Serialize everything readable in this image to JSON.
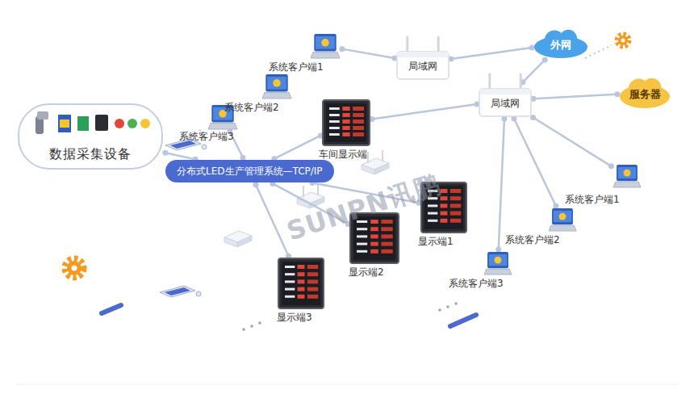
{
  "diagram": {
    "nodes": [
      {
        "text": [
          "系统客户端1"
        ]
      },
      {
        "text": [
          "系统客户端2"
        ]
      },
      {
        "text": [
          "系统客户端3"
        ]
      },
      {
        "text": [
          "数据采集设备"
        ]
      },
      {
        "text": [
          "分布式LED生产管理系统—TCP/IP"
        ]
      },
      {
        "text": [
          "局域网"
        ]
      },
      {
        "text": [
          "外网"
        ]
      },
      {
        "text": [
          "局域网"
        ]
      },
      {
        "text": [
          "服务器"
        ]
      },
      {
        "text": [
          "车间显示端"
        ]
      },
      {
        "text": [
          "显示端1"
        ]
      },
      {
        "text": [
          "显示端2"
        ]
      },
      {
        "text": [
          "显示端3"
        ]
      },
      {
        "text": [
          "系统客户端1"
        ]
      },
      {
        "text": [
          "系统客户端2"
        ]
      },
      {
        "text": [
          "系统客户端3"
        ]
      }
    ],
    "edges": [
      {
        "from": 5,
        "to": 0,
        "arrow": "none"
      },
      {
        "from": 5,
        "to": 6,
        "arrow": "none"
      },
      {
        "from": 6,
        "to": 7,
        "arrow": "none"
      },
      {
        "from": 7,
        "to": 8,
        "arrow": "none"
      },
      {
        "from": 7,
        "to": 13,
        "arrow": "none"
      },
      {
        "from": 7,
        "to": 14,
        "arrow": "none"
      },
      {
        "from": 7,
        "to": 15,
        "arrow": "none"
      },
      {
        "from": 7,
        "to": 9,
        "arrow": "none"
      },
      {
        "from": 4,
        "to": 3,
        "arrow": "none"
      },
      {
        "from": 4,
        "to": 2,
        "arrow": "none"
      },
      {
        "from": 4,
        "to": 9,
        "arrow": "none"
      },
      {
        "from": 4,
        "to": 10,
        "arrow": "none"
      },
      {
        "from": 4,
        "to": 11,
        "arrow": "none"
      },
      {
        "from": 4,
        "to": 12,
        "arrow": "none"
      }
    ],
    "labels": [
      "SUNPN讯鹏"
    ]
  }
}
